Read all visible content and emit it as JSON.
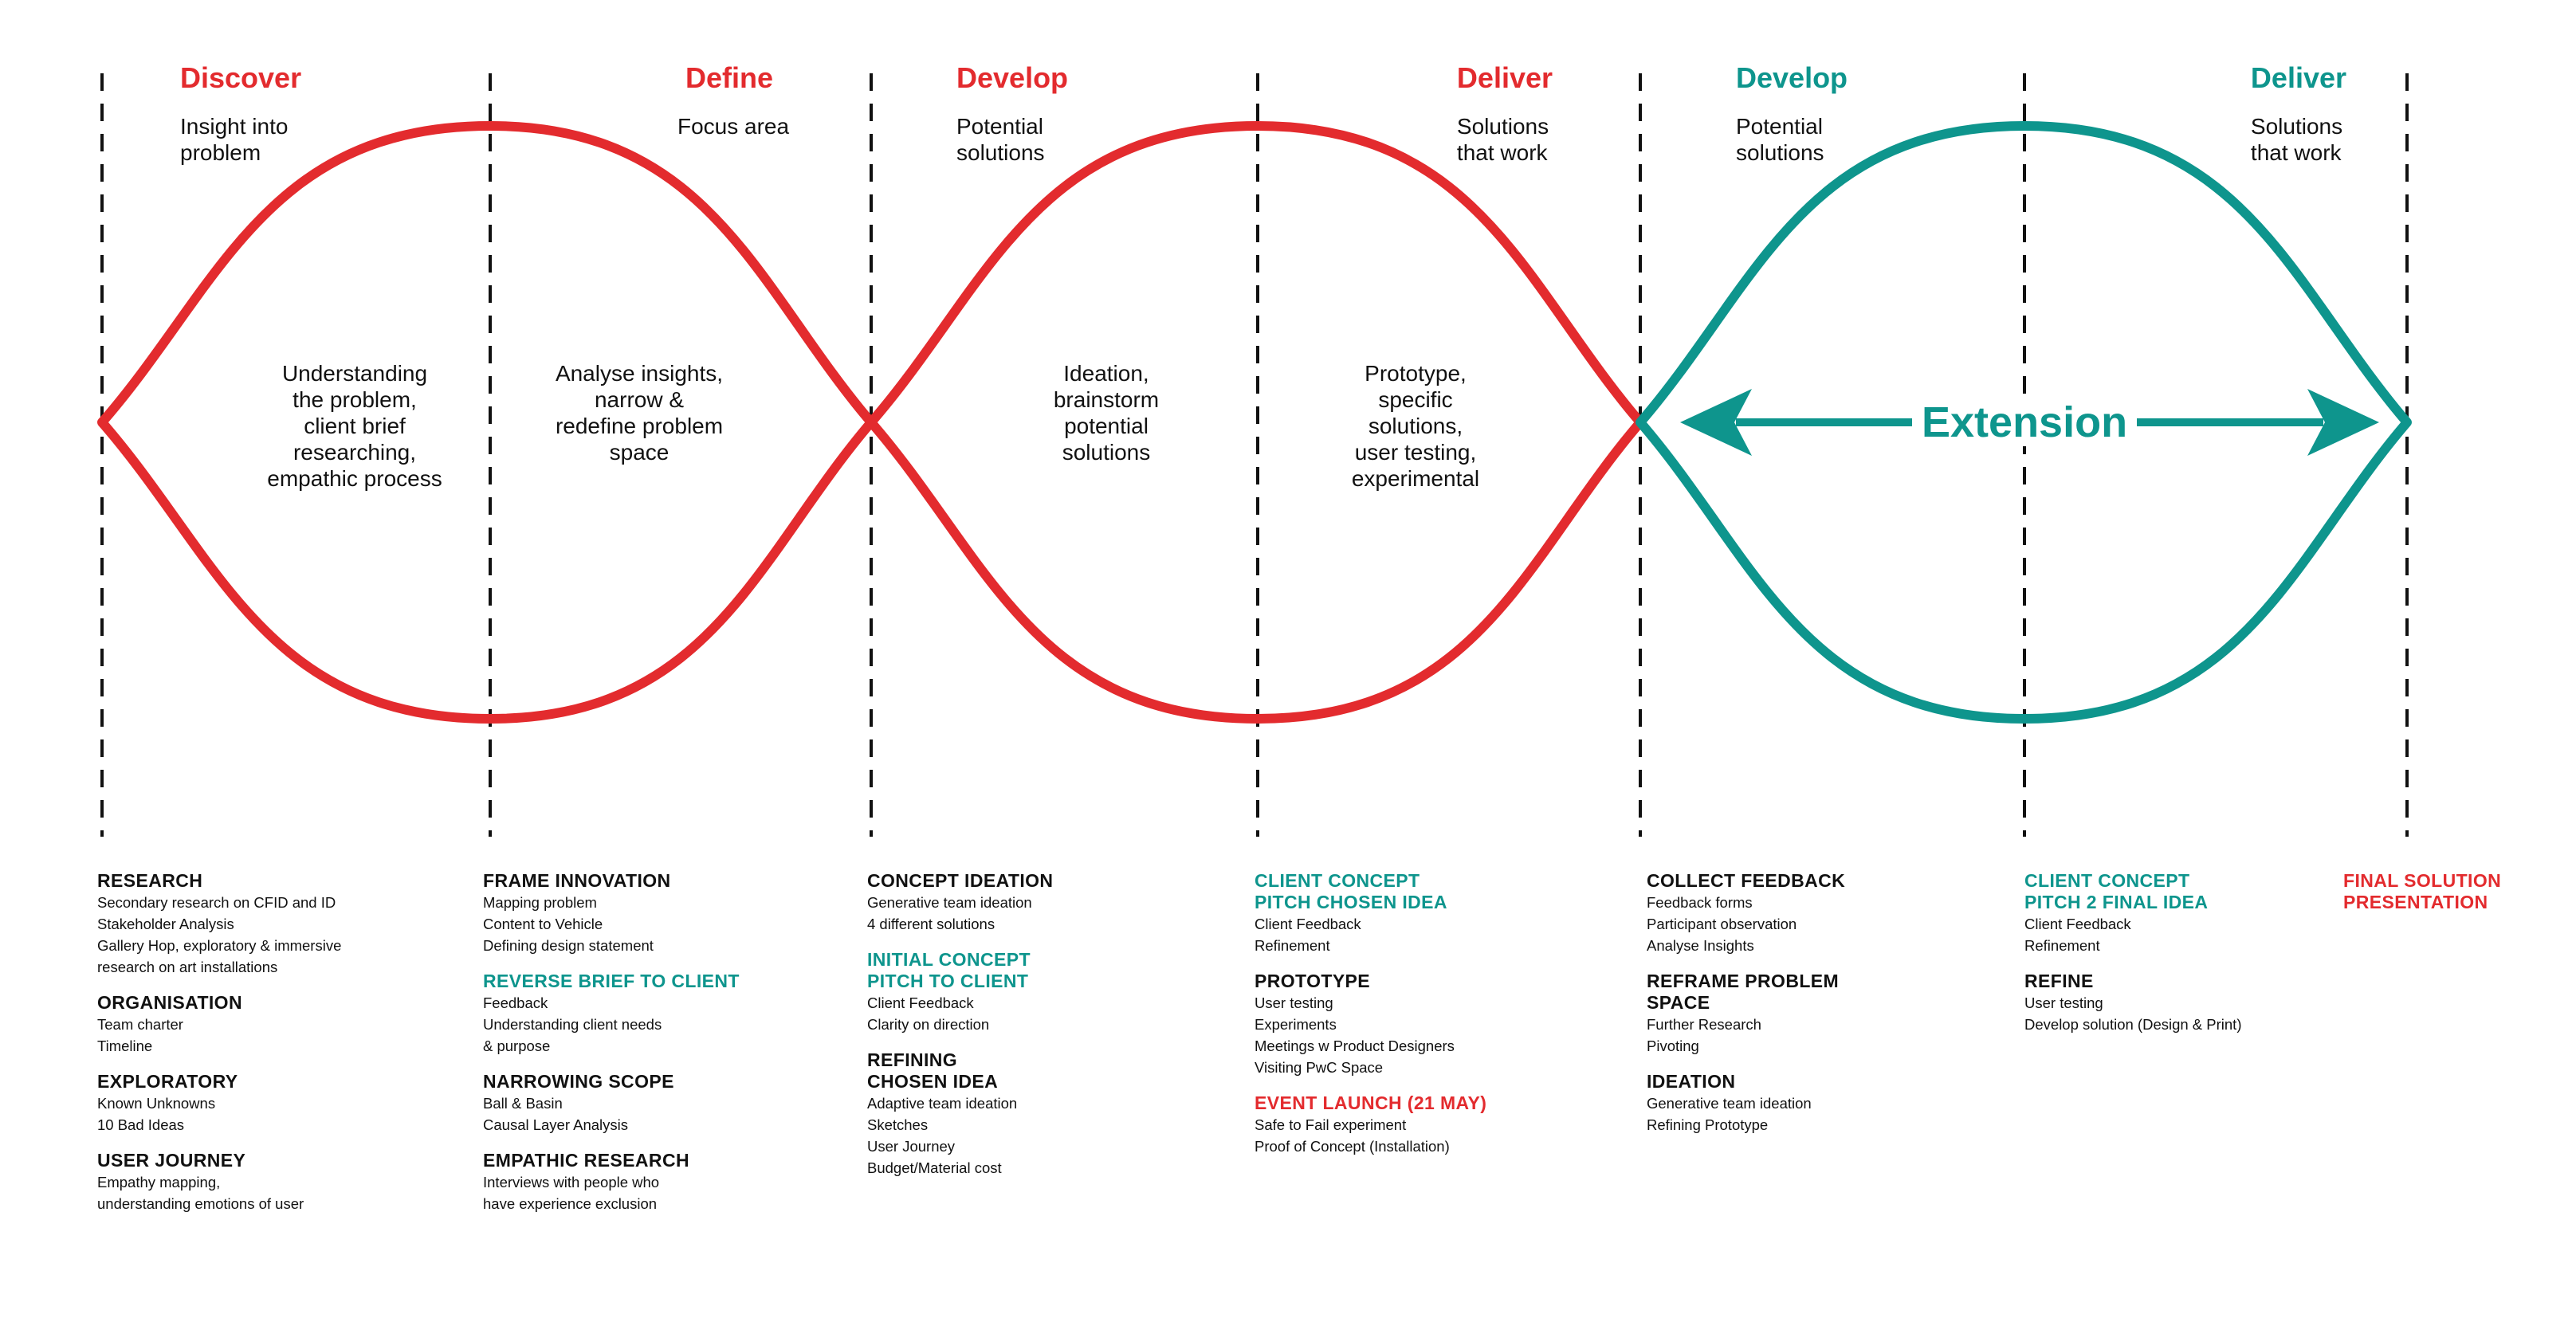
{
  "colors": {
    "red": "#e32b2e",
    "teal": "#0e958d",
    "text": "#111111",
    "dash": "#111111"
  },
  "phases": [
    {
      "title": "Discover",
      "subtitle": "Insight into\nproblem",
      "color": "red"
    },
    {
      "title": "Define",
      "subtitle": "Focus area",
      "color": "red"
    },
    {
      "title": "Develop",
      "subtitle": "Potential\nsolutions",
      "color": "red"
    },
    {
      "title": "Deliver",
      "subtitle": "Solutions\nthat work",
      "color": "red"
    },
    {
      "title": "Develop",
      "subtitle": "Potential\nsolutions",
      "color": "teal"
    },
    {
      "title": "Deliver",
      "subtitle": "Solutions\nthat work",
      "color": "teal"
    }
  ],
  "center_texts": [
    "Understanding\nthe problem,\nclient brief\nresearching,\nempathic process",
    "Analyse insights,\nnarrow &\nredefine problem\nspace",
    "Ideation,\nbrainstorm\npotential\nsolutions",
    "Prototype,\nspecific\nsolutions,\nuser testing,\nexperimental"
  ],
  "extension": {
    "label": "Extension"
  },
  "columns": [
    {
      "sections": [
        {
          "title": "RESEARCH",
          "color": "dark",
          "items": [
            "Secondary research on CFID and ID",
            "Stakeholder Analysis",
            "Gallery Hop, exploratory & immersive",
            "research on art installations"
          ]
        },
        {
          "title": "ORGANISATION",
          "color": "dark",
          "items": [
            "Team charter",
            "Timeline"
          ]
        },
        {
          "title": "EXPLORATORY",
          "color": "dark",
          "items": [
            "Known Unknowns",
            "10 Bad Ideas"
          ]
        },
        {
          "title": "USER JOURNEY",
          "color": "dark",
          "items": [
            "Empathy mapping,",
            "understanding emotions of user"
          ]
        }
      ]
    },
    {
      "sections": [
        {
          "title": "FRAME INNOVATION",
          "color": "dark",
          "items": [
            "Mapping problem",
            "Content to Vehicle",
            "Defining design statement"
          ]
        },
        {
          "title": "REVERSE BRIEF TO CLIENT",
          "color": "teal",
          "items": [
            "Feedback",
            "Understanding client needs",
            "& purpose"
          ]
        },
        {
          "title": "NARROWING SCOPE",
          "color": "dark",
          "items": [
            "Ball & Basin",
            "Causal Layer Analysis"
          ]
        },
        {
          "title": "EMPATHIC RESEARCH",
          "color": "dark",
          "items": [
            "Interviews with people who",
            "have experience exclusion"
          ]
        }
      ]
    },
    {
      "sections": [
        {
          "title": "CONCEPT IDEATION",
          "color": "dark",
          "items": [
            "Generative team ideation",
            "4 different solutions"
          ]
        },
        {
          "title": "INITIAL CONCEPT\nPITCH TO CLIENT",
          "color": "teal",
          "items": [
            "Client Feedback",
            "Clarity on direction"
          ]
        },
        {
          "title": "REFINING\nCHOSEN IDEA",
          "color": "dark",
          "items": [
            "Adaptive team ideation",
            "Sketches",
            "User Journey",
            "Budget/Material cost"
          ]
        }
      ]
    },
    {
      "sections": [
        {
          "title": "CLIENT CONCEPT\nPITCH CHOSEN IDEA",
          "color": "teal",
          "items": [
            "Client Feedback",
            "Refinement"
          ]
        },
        {
          "title": "PROTOTYPE",
          "color": "dark",
          "items": [
            "User testing",
            "Experiments",
            "Meetings w Product Designers",
            "Visiting PwC Space"
          ]
        },
        {
          "title": "EVENT LAUNCH (21 MAY)",
          "color": "red",
          "items": [
            "Safe to Fail experiment",
            "Proof of Concept (Installation)"
          ]
        }
      ]
    },
    {
      "sections": [
        {
          "title": "COLLECT FEEDBACK",
          "color": "dark",
          "items": [
            "Feedback forms",
            "Participant observation",
            "Analyse Insights"
          ]
        },
        {
          "title": "REFRAME PROBLEM\nSPACE",
          "color": "dark",
          "items": [
            "Further Research",
            "Pivoting"
          ]
        },
        {
          "title": "IDEATION",
          "color": "dark",
          "items": [
            "Generative team ideation",
            "Refining Prototype"
          ]
        }
      ]
    },
    {
      "sections": [
        {
          "title": "CLIENT CONCEPT\nPITCH 2 FINAL IDEA",
          "color": "teal",
          "items": [
            "Client Feedback",
            "Refinement"
          ]
        },
        {
          "title": "REFINE",
          "color": "dark",
          "items": [
            "User testing",
            "Develop solution (Design & Print)"
          ]
        }
      ]
    },
    {
      "sections": [
        {
          "title": "FINAL SOLUTION\nPRESENTATION",
          "color": "red",
          "items": []
        }
      ]
    }
  ]
}
